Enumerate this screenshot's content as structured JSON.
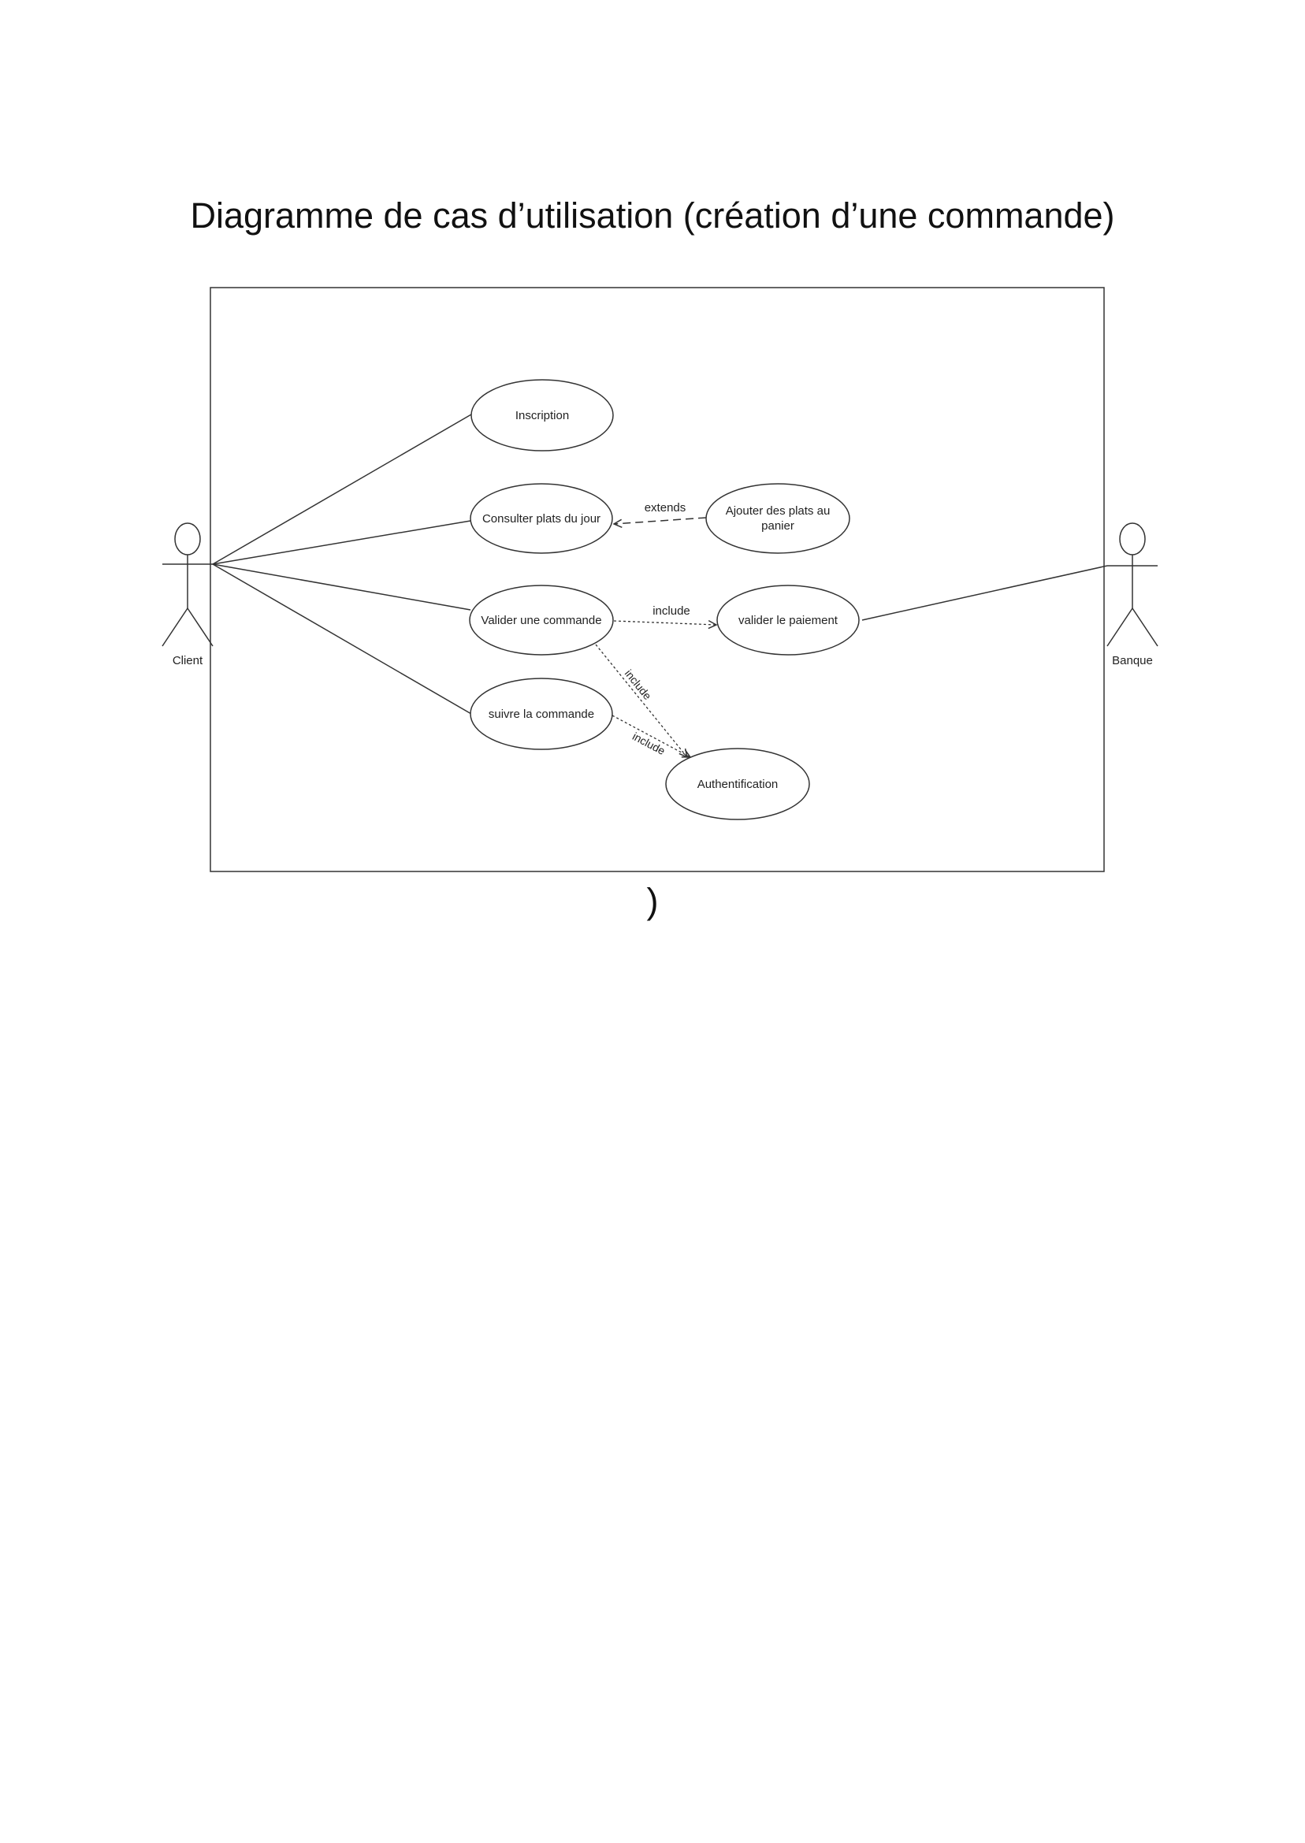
{
  "page_title": "Diagramme de cas d’utilisation (création d’une commande)",
  "trailing_text": ")",
  "actors": {
    "client": "Client",
    "bank": "Banque"
  },
  "use_cases": {
    "inscription": "Inscription",
    "consulter_line1": "Consulter plats du jour",
    "ajouter_line1": "Ajouter des plats au",
    "ajouter_line2": "panier",
    "valider_commande": "Valider une commande",
    "valider_paiement": "valider le paiement",
    "suivre_commande": "suivre la commande",
    "authentification": "Authentification"
  },
  "relations": {
    "extends_label": "extends",
    "include_payment": "include",
    "include_auth_from_valider": "include",
    "include_auth_from_suivre": "include"
  },
  "colors": {
    "line": "#333333",
    "background": "#ffffff"
  }
}
